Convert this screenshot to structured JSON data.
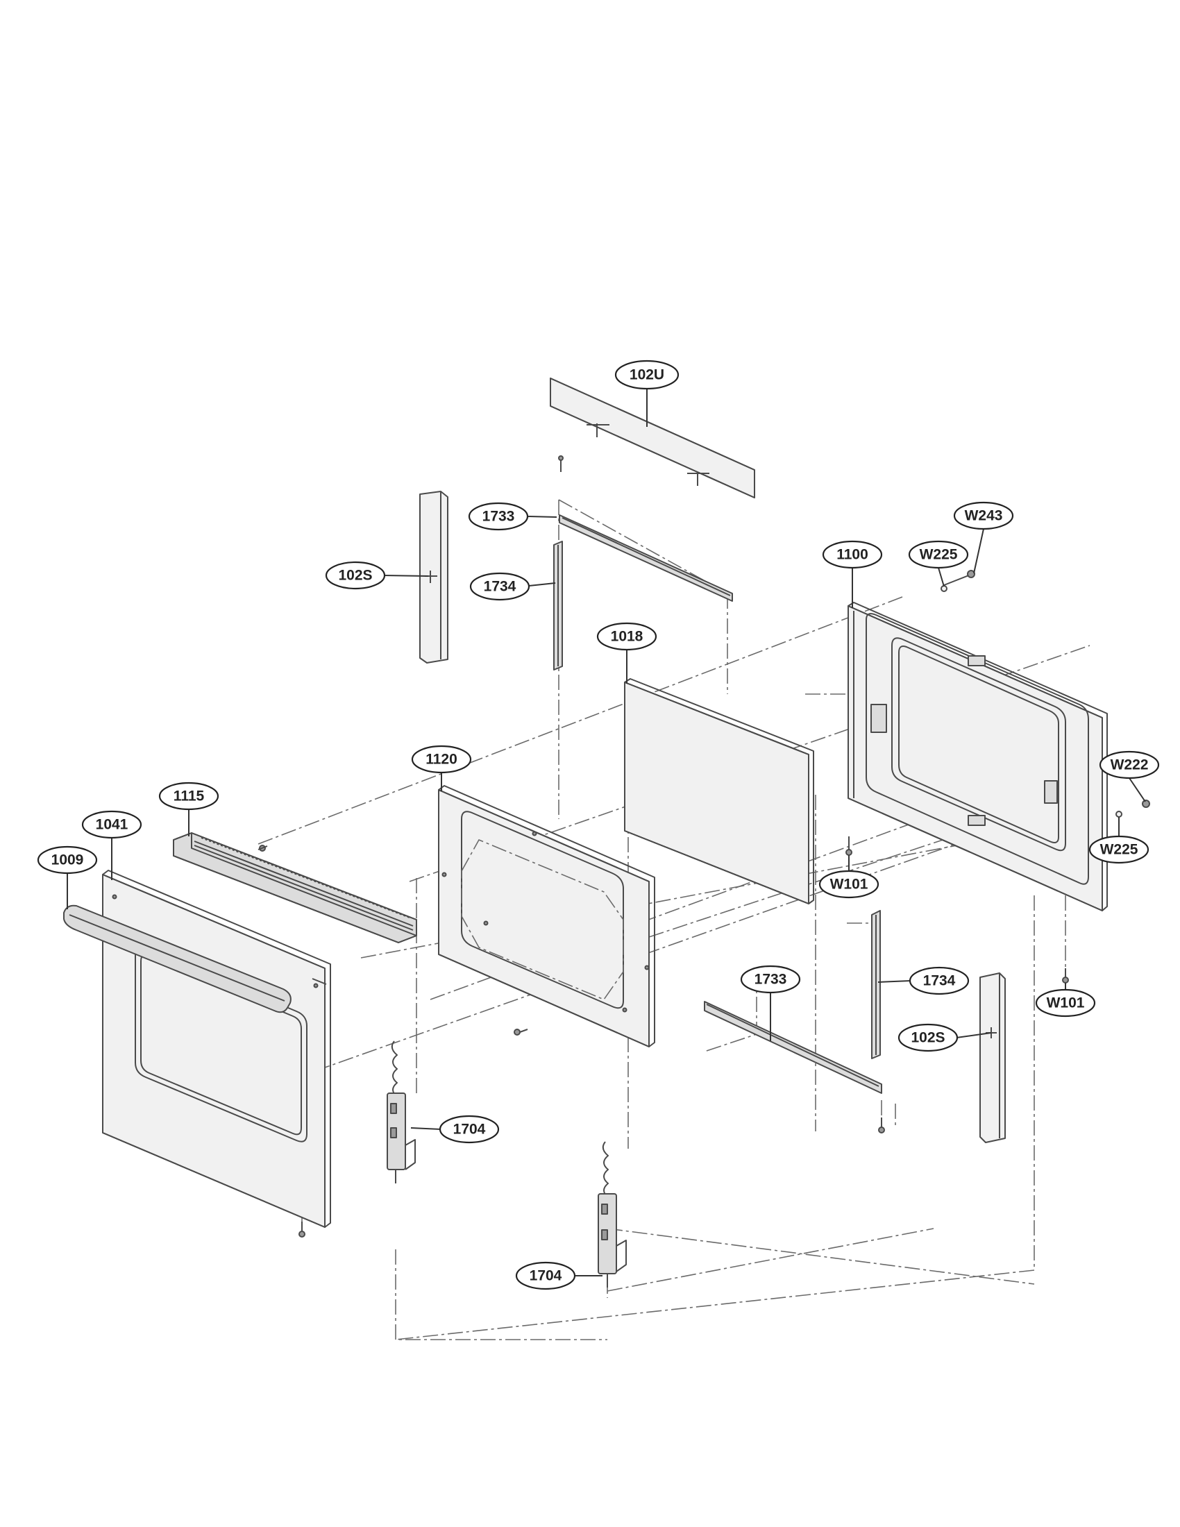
{
  "callouts": {
    "p102U": "102U",
    "p1733_top": "1733",
    "p1734_top": "1734",
    "p102S_left": "102S",
    "p1018": "1018",
    "p1100": "1100",
    "pW225_top": "W225",
    "pW243": "W243",
    "pW222": "W222",
    "pW225_right": "W225",
    "pW101_mid": "W101",
    "pW101_right": "W101",
    "p1120": "1120",
    "p1115": "1115",
    "p1041": "1041",
    "p1009": "1009",
    "p1734_bottom": "1734",
    "p1733_bottom": "1733",
    "p102S_right": "102S",
    "p1704_left": "1704",
    "p1704_bottom": "1704"
  }
}
